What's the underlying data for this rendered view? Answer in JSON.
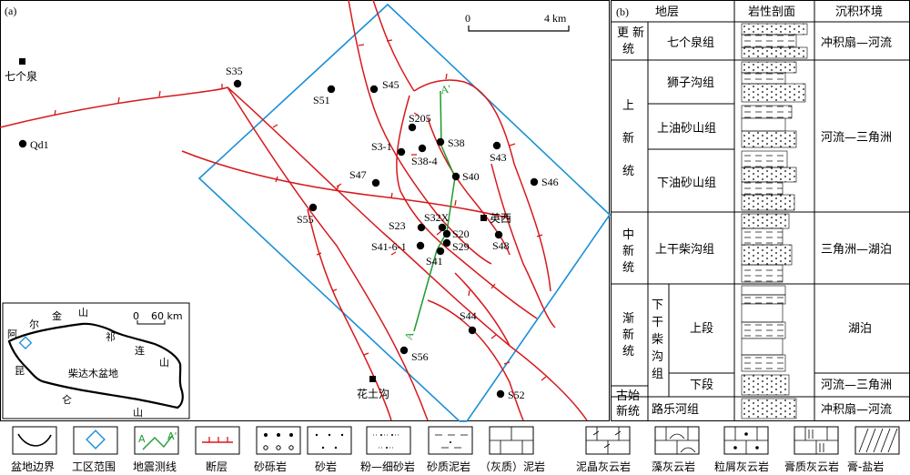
{
  "panel_a": {
    "label": "(a)",
    "scale": {
      "zero": "0",
      "end": "4 km"
    },
    "wells": [
      {
        "name": "S35"
      },
      {
        "name": "S51"
      },
      {
        "name": "S45"
      },
      {
        "name": "S205"
      },
      {
        "name": "S3-1"
      },
      {
        "name": "S38"
      },
      {
        "name": "S38-4"
      },
      {
        "name": "S43"
      },
      {
        "name": "S47"
      },
      {
        "name": "S40"
      },
      {
        "name": "S46"
      },
      {
        "name": "S55"
      },
      {
        "name": "S23"
      },
      {
        "name": "S32X"
      },
      {
        "name": "S20"
      },
      {
        "name": "S41-6-1"
      },
      {
        "name": "S29"
      },
      {
        "name": "S48"
      },
      {
        "name": "S41"
      },
      {
        "name": "S44"
      },
      {
        "name": "S56"
      },
      {
        "name": "S52"
      },
      {
        "name": "Qd1"
      }
    ],
    "towns": [
      {
        "name": "七个泉"
      },
      {
        "name": "英西"
      },
      {
        "name": "花土沟"
      }
    ],
    "profile": {
      "start": "A",
      "end": "A'"
    },
    "inset": {
      "scale": {
        "zero": "0",
        "end": "60 km"
      },
      "labels": [
        "阿",
        "尔",
        "金",
        "山",
        "祁",
        "连",
        "山",
        "昆",
        "仑",
        "山",
        "柴达木盆地"
      ]
    }
  },
  "panel_b": {
    "label": "(b)",
    "headers": {
      "strata": "地层",
      "lithology": "岩性剖面",
      "environment": "沉积环境"
    },
    "series": [
      {
        "name": "更新统",
        "formations": [
          "七个泉组"
        ],
        "environment": "冲积扇—河流"
      },
      {
        "name": "上新统",
        "formations": [
          "狮子沟组",
          "上油砂山组",
          "下油砂山组"
        ],
        "environment": "河流—三角洲"
      },
      {
        "name": "中新统",
        "formations": [
          "上干柴沟组"
        ],
        "environment": "三角洲—湖泊"
      },
      {
        "name": "渐新统",
        "formations": [
          "下干柴沟组"
        ],
        "members": [
          "上段",
          "下段"
        ],
        "environments": [
          "湖泊",
          "河流—三角洲"
        ]
      },
      {
        "name": "古始新统",
        "formations": [
          "路乐河组"
        ],
        "environment": "冲积扇—河流"
      }
    ]
  },
  "legend": {
    "items": [
      {
        "label": "盆地边界"
      },
      {
        "label": "工区范围"
      },
      {
        "label": "地震测线"
      },
      {
        "label": "断层"
      },
      {
        "label": "砂砾岩"
      },
      {
        "label": "砂岩"
      },
      {
        "label": "粉—细砂岩"
      },
      {
        "label": "砂质泥岩"
      },
      {
        "label": "（灰质）泥岩"
      },
      {
        "label": "泥晶灰云岩"
      },
      {
        "label": "藻灰云岩"
      },
      {
        "label": "粒屑灰云岩"
      },
      {
        "label": "膏质灰云岩"
      },
      {
        "label": "膏-盐岩"
      }
    ],
    "profile_start": "A",
    "profile_end": "A'"
  },
  "colors": {
    "fault": "#d7191c",
    "work_area": "#1a8fd8",
    "seismic": "#1e9a2e"
  }
}
